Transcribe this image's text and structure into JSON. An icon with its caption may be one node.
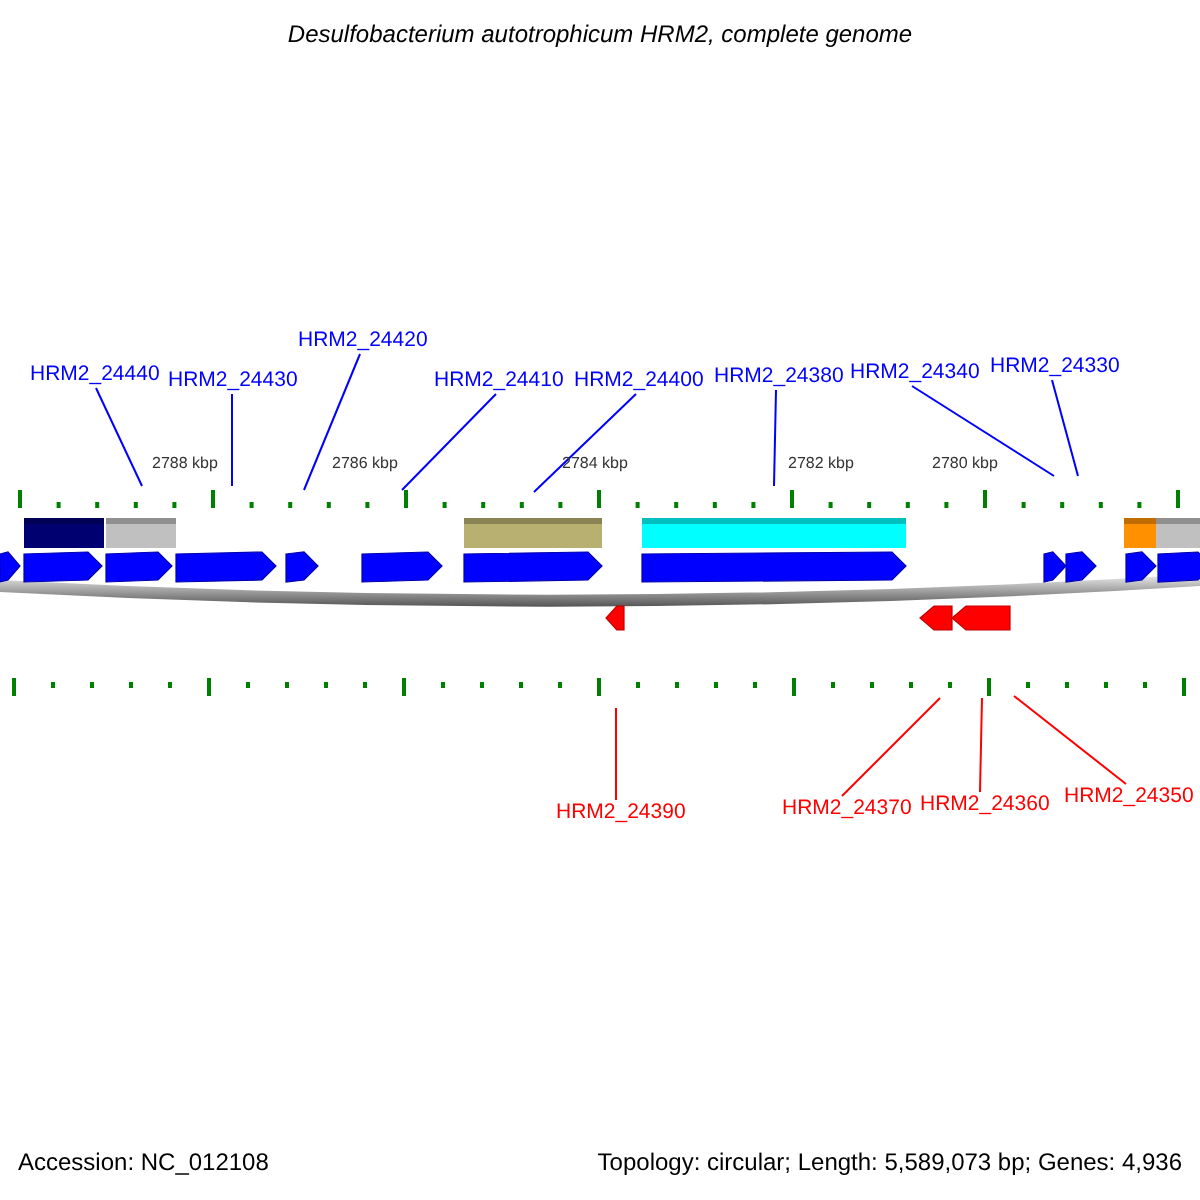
{
  "diagram": {
    "title": "Desulfobacterium autotrophicum HRM2, complete genome",
    "nodes": [
      {
        "text": [
          "HRM2_24440"
        ]
      },
      {
        "text": [
          "HRM2_24430"
        ]
      },
      {
        "text": [
          "HRM2_24420"
        ]
      },
      {
        "text": [
          "HRM2_24410"
        ]
      },
      {
        "text": [
          "HRM2_24400"
        ]
      },
      {
        "text": [
          "HRM2_24380"
        ]
      },
      {
        "text": [
          "HRM2_24340"
        ]
      },
      {
        "text": [
          "HRM2_24330"
        ]
      },
      {
        "text": [
          "HRM2_24390"
        ]
      },
      {
        "text": [
          "HRM2_24370"
        ]
      },
      {
        "text": [
          "HRM2_24360"
        ]
      },
      {
        "text": [
          "HRM2_24350"
        ]
      }
    ],
    "edges": [
      {
        "from": 0,
        "to": null,
        "arrow": "none"
      },
      {
        "from": 1,
        "to": null,
        "arrow": "none"
      },
      {
        "from": 2,
        "to": null,
        "arrow": "none"
      },
      {
        "from": 3,
        "to": null,
        "arrow": "none"
      },
      {
        "from": 4,
        "to": null,
        "arrow": "none"
      },
      {
        "from": 5,
        "to": null,
        "arrow": "none"
      },
      {
        "from": 6,
        "to": null,
        "arrow": "none"
      },
      {
        "from": 7,
        "to": null,
        "arrow": "none"
      },
      {
        "from": 8,
        "to": null,
        "arrow": "none",
        "color": "#ff0000"
      },
      {
        "from": 9,
        "to": null,
        "arrow": "none",
        "color": "#ff0000"
      },
      {
        "from": 10,
        "to": null,
        "arrow": "none",
        "color": "#ff0000"
      },
      {
        "from": 11,
        "to": null,
        "arrow": "none",
        "color": "#ff0000"
      }
    ],
    "labels": [
      "2788 kbp",
      "2786 kbp",
      "2784 kbp",
      "2782 kbp",
      "2780 kbp",
      "Accession: NC_012108",
      "Topology: circular; Length: 5,589,073 bp; Genes: 4,936"
    ]
  }
}
